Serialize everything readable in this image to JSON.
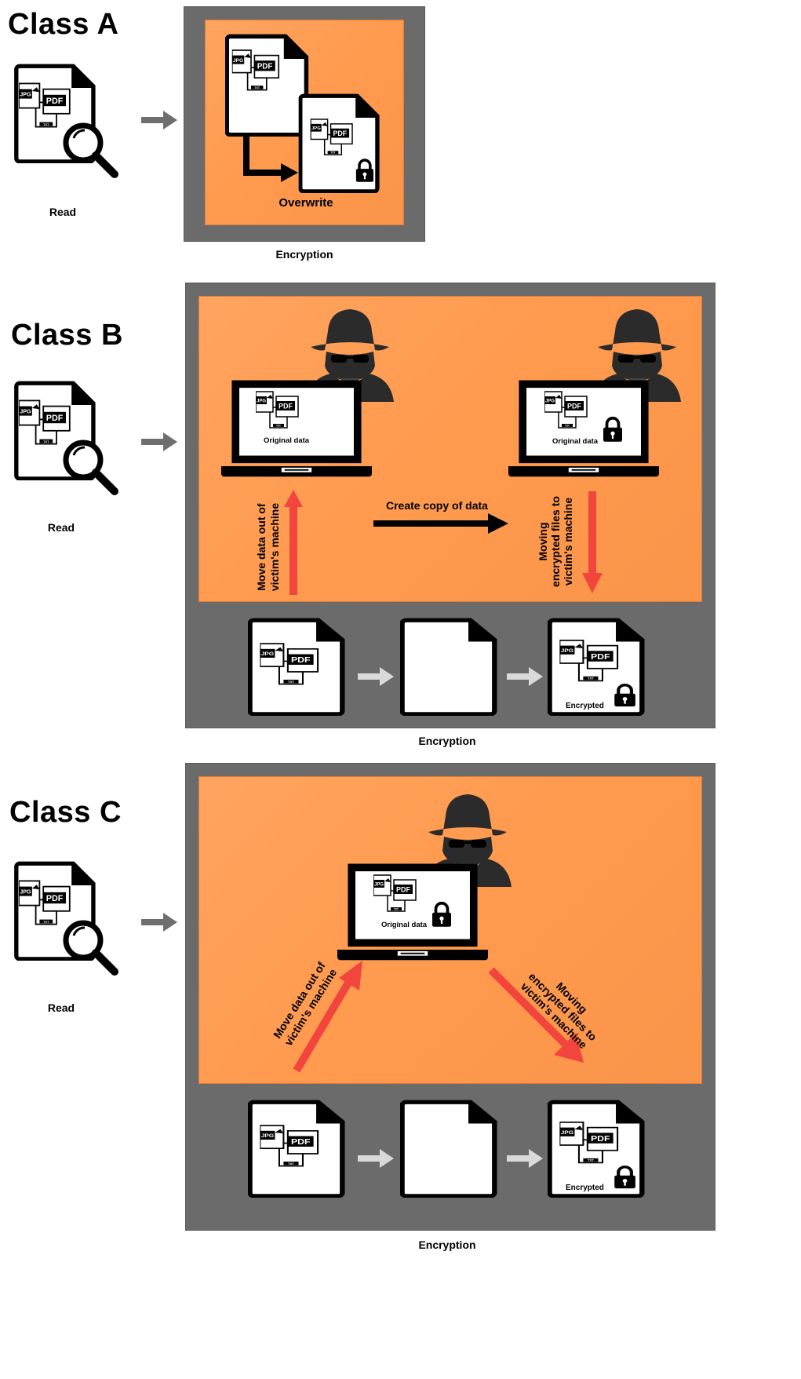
{
  "class_a": {
    "title": "Class A",
    "read_label": "Read",
    "overwrite_label": "Overwrite",
    "encryption_label": "Encryption"
  },
  "class_b": {
    "title": "Class B",
    "read_label": "Read",
    "left_screen_label": "Original data",
    "right_screen_label": "Original data",
    "copy_label": "Create copy of data",
    "move_out_label": [
      "Move data out of",
      "victim's machine"
    ],
    "move_in_label": [
      "Moving",
      "encrypted files to",
      "victim's machine"
    ],
    "encrypted_label": "Encrypted",
    "encryption_label": "Encryption"
  },
  "class_c": {
    "title": "Class C",
    "read_label": "Read",
    "screen_label": "Original data",
    "move_out_label": [
      "Move data out of",
      "victim's machine"
    ],
    "move_in_label": [
      "Moving",
      "encrypted files to",
      "victim's machine"
    ],
    "encrypted_label": "Encrypted",
    "encryption_label": "Encryption"
  },
  "file_badges": {
    "jpg": "JPG",
    "pdf": "PDF",
    "txt": "TXT"
  },
  "colors": {
    "orange": "#ff9e55",
    "gray_panel": "#6b6b6b",
    "red_arrow": "#f2453d",
    "gray_arrow": "#6e6e6e",
    "light_arrow": "#d9d9d9"
  }
}
